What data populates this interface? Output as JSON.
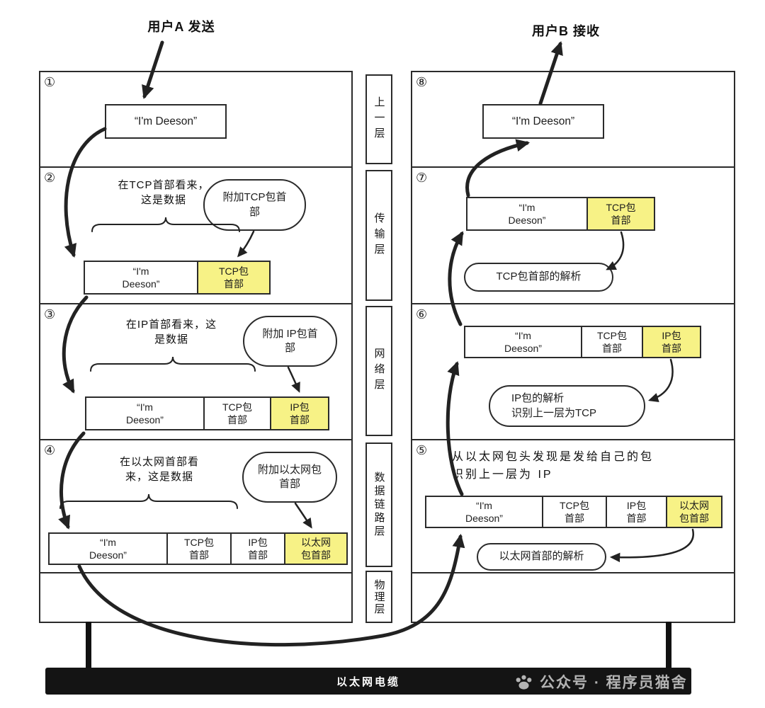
{
  "colors": {
    "highlight": "#f7f286",
    "line": "#2b2b2b",
    "cable_bg": "#141414",
    "cable_text": "#ffffff",
    "watermark": "#b4b4b4"
  },
  "titles": {
    "sender": "用户A 发送",
    "receiver": "用户B 接收"
  },
  "layers": [
    "上一层",
    "传输层",
    "网络层",
    "数据链路层",
    "物理层"
  ],
  "cable": {
    "label": "以太网电缆"
  },
  "watermark": {
    "icon": "paw-icon",
    "text": "公众号 · 程序员猫舍"
  },
  "sender": {
    "s1": {
      "num": "①",
      "message": "“I'm Deeson”"
    },
    "s2": {
      "num": "②",
      "note": "在TCP首部看来，\n这是数据",
      "bubble": "附加TCP包首\n部",
      "cells": [
        {
          "label": "“I'm\nDeeson”",
          "highlight": false
        },
        {
          "label": "TCP包\n首部",
          "highlight": true
        }
      ]
    },
    "s3": {
      "num": "③",
      "note": "在IP首部看来，这\n是数据",
      "bubble": "附加 IP包首\n部",
      "cells": [
        {
          "label": "“I'm\nDeeson”",
          "highlight": false
        },
        {
          "label": "TCP包\n首部",
          "highlight": false
        },
        {
          "label": "IP包\n首部",
          "highlight": true
        }
      ]
    },
    "s4": {
      "num": "④",
      "note": "在以太网首部看\n来，这是数据",
      "bubble": "附加以太网包\n首部",
      "cells": [
        {
          "label": "“I'm\nDeeson”",
          "highlight": false
        },
        {
          "label": "TCP包\n首部",
          "highlight": false
        },
        {
          "label": "IP包\n首部",
          "highlight": false
        },
        {
          "label": "以太网\n包首部",
          "highlight": true
        }
      ]
    }
  },
  "receiver": {
    "s8": {
      "num": "⑧",
      "message": "“I'm Deeson”"
    },
    "s7": {
      "num": "⑦",
      "bubble": "TCP包首部的解析",
      "cells": [
        {
          "label": "“I'm\nDeeson”",
          "highlight": false
        },
        {
          "label": "TCP包\n首部",
          "highlight": true
        }
      ]
    },
    "s6": {
      "num": "⑥",
      "bubble": "IP包的解析\n识别上一层为TCP",
      "cells": [
        {
          "label": "“I'm\nDeeson”",
          "highlight": false
        },
        {
          "label": "TCP包\n首部",
          "highlight": false
        },
        {
          "label": "IP包\n首部",
          "highlight": true
        }
      ]
    },
    "s5": {
      "num": "⑤",
      "note": "从以太网包头发现是发给自己的包\n识别上一层为 IP",
      "bubble": "以太网首部的解析",
      "cells": [
        {
          "label": "“I'm\nDeeson”",
          "highlight": false
        },
        {
          "label": "TCP包\n首部",
          "highlight": false
        },
        {
          "label": "IP包\n首部",
          "highlight": false
        },
        {
          "label": "以太网\n包首部",
          "highlight": true
        }
      ]
    }
  }
}
